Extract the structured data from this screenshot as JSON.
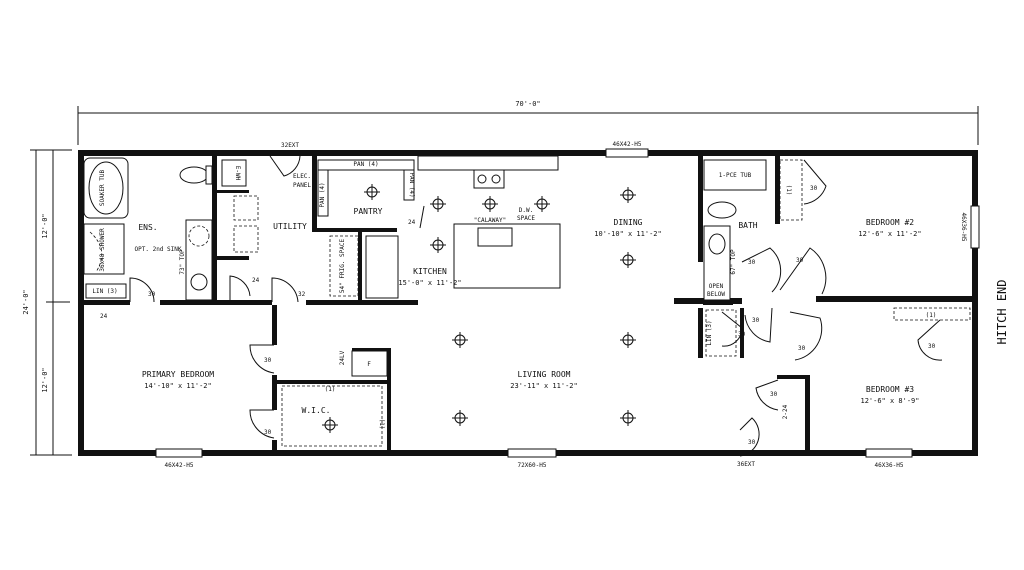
{
  "overall": {
    "width": "70'-0\"",
    "depth": "24'-0\"",
    "half_top": "12'-0\"",
    "half_bottom": "12'-0\""
  },
  "hitch": "HITCH END",
  "rooms": {
    "primary": {
      "name": "PRIMARY BEDROOM",
      "size": "14'-10\" x 11'-2\""
    },
    "living": {
      "name": "LIVING ROOM",
      "size": "23'-11\" x 11'-2\""
    },
    "dining": {
      "name": "DINING",
      "size": "10'-10\" x 11'-2\""
    },
    "kitchen": {
      "name": "KITCHEN",
      "size": "15'-0\" x 11'-2\""
    },
    "bed2": {
      "name": "BEDROOM #2",
      "size": "12'-6\" x 11'-2\""
    },
    "bed3": {
      "name": "BEDROOM #3",
      "size": "12'-6\" x 8'-9\""
    },
    "pantry": "PANTRY",
    "utility": "UTILITY",
    "ens": "ENS.",
    "bath": "BATH",
    "wic": "W.I.C."
  },
  "labels": {
    "soaker": "SOAKER TUB",
    "shower": "36x48 SHOWER",
    "opt_sink": "OPT. 2nd SINK",
    "lin3": "LIN (3)",
    "ewh": "E-WH",
    "elec_panel_1": "ELEC.",
    "elec_panel_2": "PANEL",
    "ext32": "32EXT",
    "pan4a": "PAN (4)",
    "pan4b": "PAN (4)",
    "pan4c": "PAN (4)",
    "calaway": "\"CALAWAY\"",
    "dw1": "D.W.",
    "dw2": "SPACE",
    "frig": "54\" FRIG. SPACE",
    "one_pce": "1-PCE TUB",
    "open_below_1": "OPEN",
    "open_below_2": "BELOW",
    "lin3b": "LIN (3)",
    "ext36": "36EXT",
    "lv24": "24LV",
    "f": "F",
    "top73": "73\" TOP",
    "top67": "67\" TOP",
    "shelf1a": "(1)",
    "shelf1b": "(1)",
    "shelf1c": "(1)",
    "shelf1d": "(1)",
    "door224": "2-24",
    "d30a": "30",
    "d30b": "30",
    "d30c": "30",
    "d30d": "30",
    "d30e": "30",
    "d30f": "30",
    "d30g": "30",
    "d30h": "30",
    "d30i": "30",
    "d30j": "30",
    "d30k": "30",
    "d30l": "30",
    "d24a": "24",
    "d24b": "24",
    "d24c": "24",
    "d32": "32"
  },
  "windows": {
    "w1": "46X42-H5",
    "w2": "46X42-H5",
    "w3": "72X60-H5",
    "w4": "46X36-H5",
    "w5": "46X36-H5"
  }
}
